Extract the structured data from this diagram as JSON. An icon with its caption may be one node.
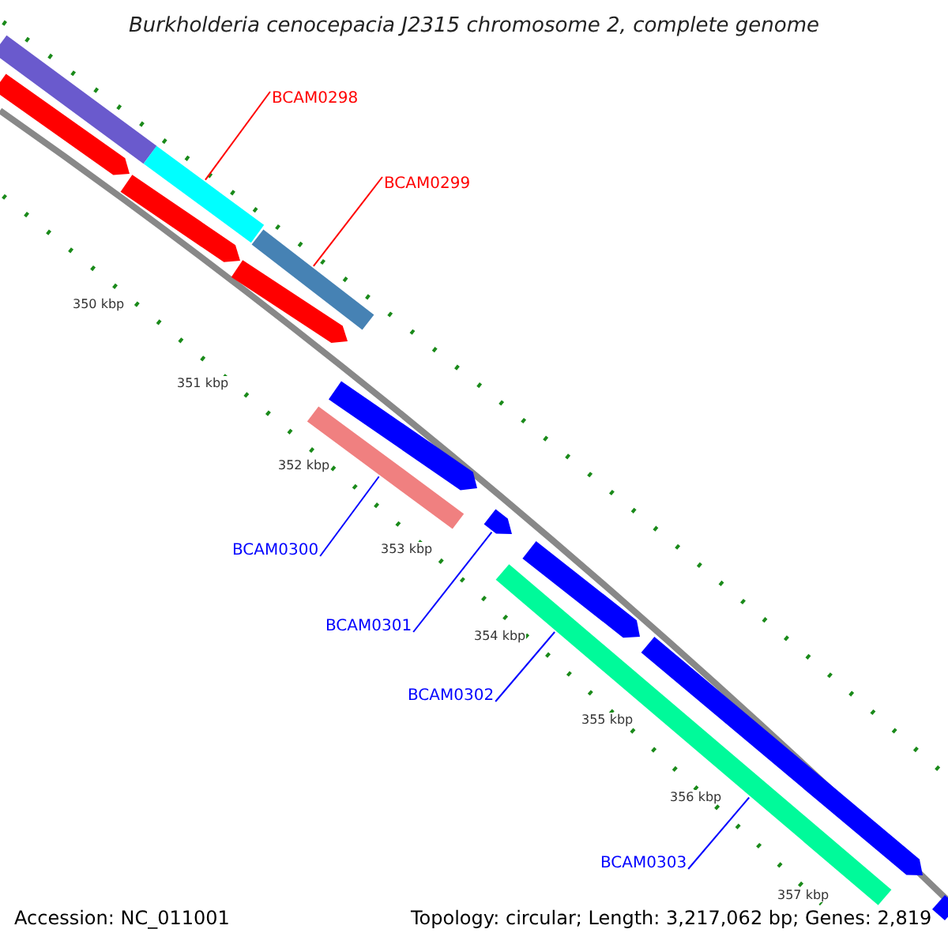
{
  "diagram": {
    "title": "Burkholderia cenocepacia J2315 chromosome 2, complete genome",
    "nodes": [
      {
        "text": [
          "BCAM0298"
        ]
      },
      {
        "text": [
          "BCAM0299"
        ]
      },
      {
        "text": [
          "BCAM0300"
        ]
      },
      {
        "text": [
          "BCAM0301"
        ]
      },
      {
        "text": [
          "BCAM0302"
        ]
      },
      {
        "text": [
          "BCAM0303"
        ]
      },
      {
        "text": [],
        "shape": "bar"
      },
      {
        "text": [],
        "shape": "bar"
      },
      {
        "text": [],
        "shape": "bar"
      },
      {
        "text": [],
        "shape": "bar"
      },
      {
        "text": [],
        "shape": "bar"
      },
      {
        "text": [],
        "shape": "bar"
      },
      {
        "text": [],
        "shape": "bar"
      },
      {
        "text": [],
        "shape": "bar"
      },
      {
        "text": [],
        "shape": "bar"
      },
      {
        "text": [],
        "shape": "bar"
      },
      {
        "text": [],
        "shape": "bar"
      },
      {
        "text": [],
        "shape": "bar"
      },
      {
        "text": [],
        "shape": "bar"
      }
    ],
    "edges": [
      {
        "from": 0,
        "to": 9,
        "arrow": "none",
        "color": "#ff0000"
      },
      {
        "from": 1,
        "to": 11,
        "arrow": "none",
        "color": "#ff0000"
      },
      {
        "from": 2,
        "to": 12,
        "arrow": "none"
      },
      {
        "from": 3,
        "to": 14,
        "arrow": "none"
      },
      {
        "from": 4,
        "to": 15,
        "arrow": "none"
      },
      {
        "from": 5,
        "to": 15,
        "arrow": "none"
      }
    ],
    "labels": [
      "350 kbp",
      "351 kbp",
      "352 kbp",
      "353 kbp",
      "354 kbp",
      "355 kbp",
      "356 kbp",
      "357 kbp",
      "Accession: NC_011001",
      "Topology: circular; Length: 3,217,062 bp; Genes: 2,819"
    ]
  }
}
